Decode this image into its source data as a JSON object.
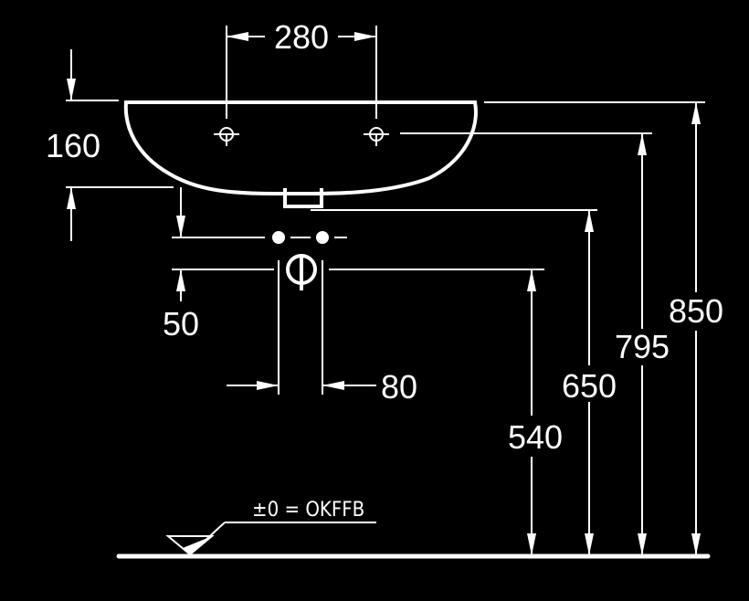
{
  "drawing": {
    "background": "#000000",
    "line_color": "#ffffff",
    "dimensions": {
      "basin_width_holes": "280",
      "basin_height": "160",
      "drain_offset": "50",
      "trap_width": "80",
      "trap_height": "540",
      "supply_height": "650",
      "basin_bottom_height": "795",
      "basin_top_height": "850"
    },
    "floor_reference": "±0 = OKFFB"
  }
}
